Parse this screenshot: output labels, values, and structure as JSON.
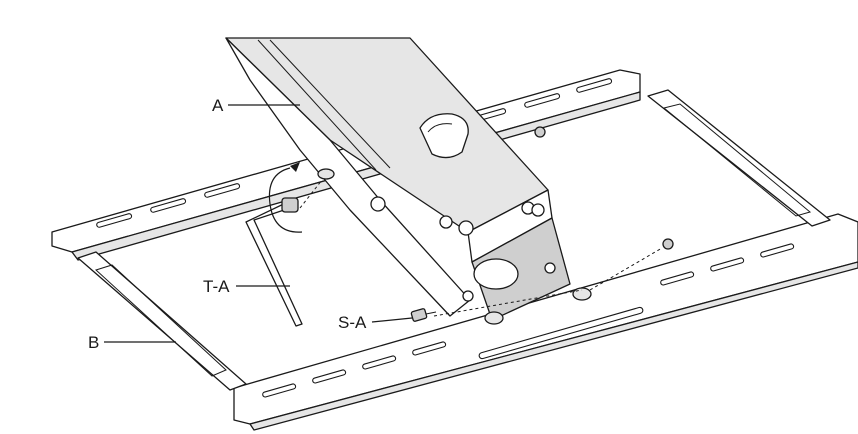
{
  "labels": {
    "a": "A",
    "ta": "T-A",
    "sa": "S-A",
    "b": "B"
  }
}
